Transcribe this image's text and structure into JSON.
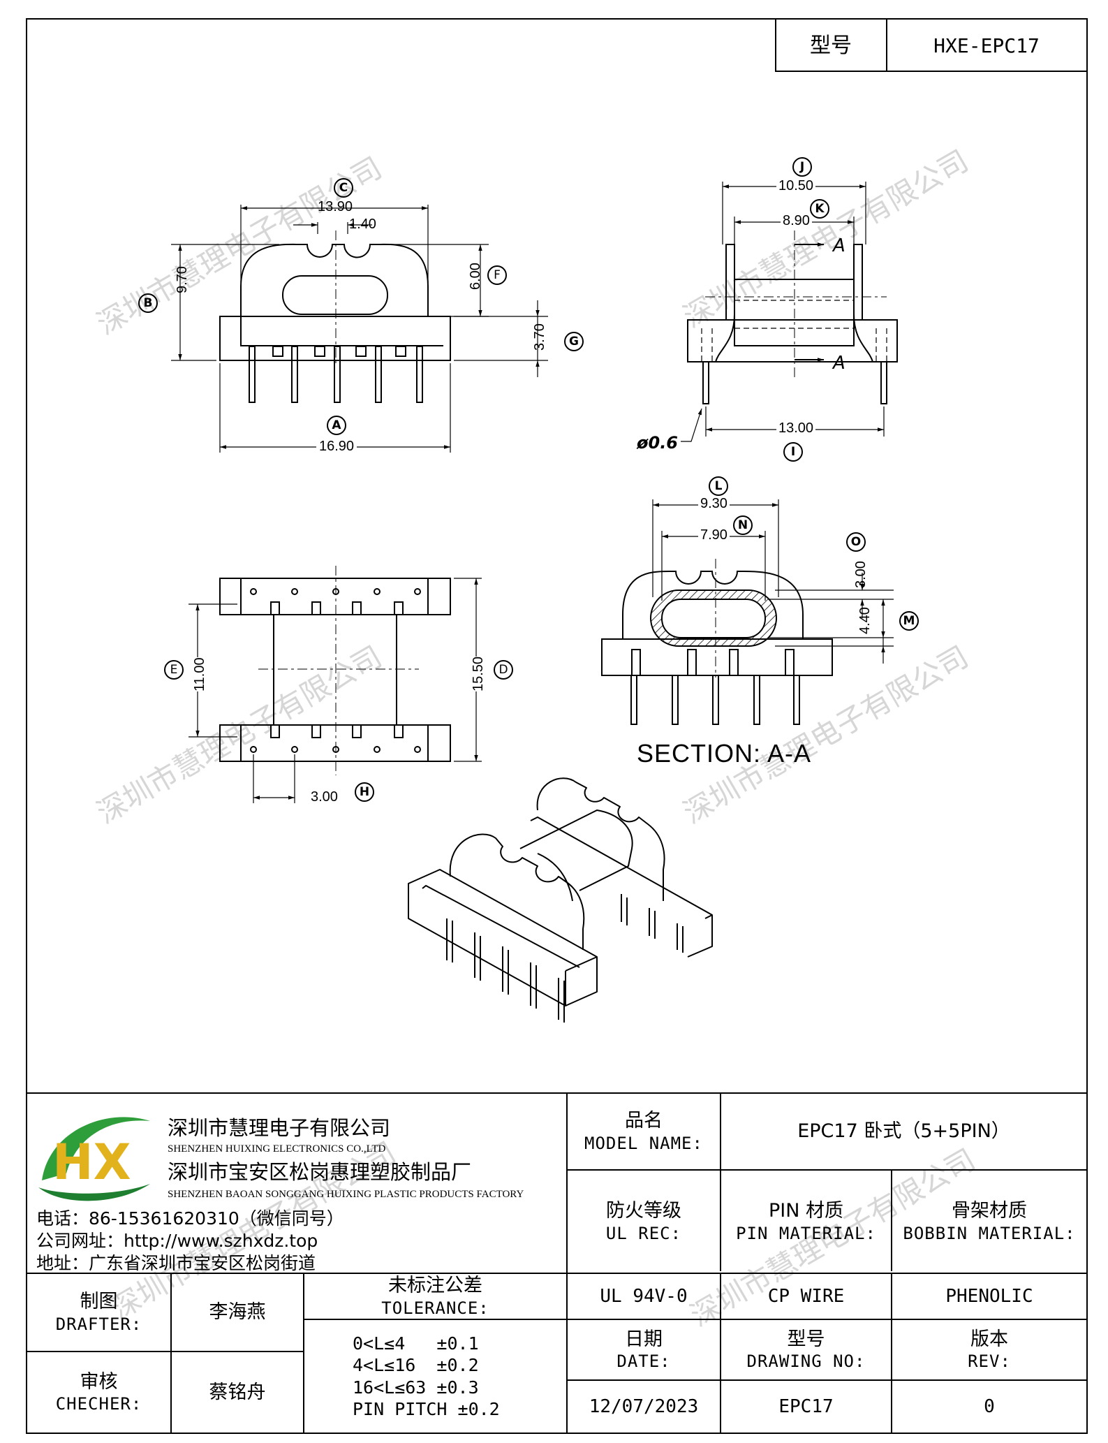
{
  "header": {
    "model_label": "型号",
    "model_value": "HXE-EPC17"
  },
  "watermark": {
    "text": "深圳市慧理电子有限公司"
  },
  "dimensions": {
    "A": {
      "letter": "A",
      "value": "16.90"
    },
    "B": {
      "letter": "B",
      "value": "9.70"
    },
    "C": {
      "letter": "C",
      "value": "13.90"
    },
    "C_sub": {
      "value": "1.40"
    },
    "D": {
      "letter": "D",
      "value": "15.50"
    },
    "E": {
      "letter": "E",
      "value": "11.00"
    },
    "F": {
      "letter": "F",
      "value": "6.00"
    },
    "G": {
      "letter": "G",
      "value": "3.70"
    },
    "H": {
      "letter": "H",
      "value": "3.00"
    },
    "I": {
      "letter": "I",
      "value": "13.00"
    },
    "J": {
      "letter": "J",
      "value": "10.50"
    },
    "K": {
      "letter": "K",
      "value": "8.90"
    },
    "L": {
      "letter": "L",
      "value": "9.30"
    },
    "M": {
      "letter": "M",
      "value": "4.40"
    },
    "N": {
      "letter": "N",
      "value": "7.90"
    },
    "O": {
      "letter": "O",
      "value": "3.00"
    },
    "pin_diameter": "ø0.6",
    "section_mark": "A",
    "section_title": "SECTION: A-A"
  },
  "company": {
    "logo_text": "HX",
    "name_cn": "深圳市慧理电子有限公司",
    "name_en": "SHENZHEN HUIXING ELECTRONICS CO.,LTD",
    "factory_cn": "深圳市宝安区松岗惠理塑胶制品厂",
    "factory_en": "SHENZHEN BAOAN SONGGANG HUIXING PLASTIC PRODUCTS FACTORY",
    "phone": "电话：86-15361620310（微信同号）",
    "website": "公司网址：http://www.szhxdz.top",
    "address": "地址：广东省深圳市宝安区松岗街道"
  },
  "title_block": {
    "model_name_cn": "品名",
    "model_name_en": "MODEL NAME:",
    "model_name_value": "EPC17 卧式（5+5PIN）",
    "fire_cn": "防火等级",
    "fire_en": "UL REC:",
    "pin_cn": "PIN 材质",
    "pin_en": "PIN MATERIAL:",
    "bobbin_cn": "骨架材质",
    "bobbin_en": "BOBBIN MATERIAL:",
    "fire_value": "UL 94V-0",
    "pin_value": "CP WIRE",
    "bobbin_value": "PHENOLIC",
    "date_cn": "日期",
    "date_en": "DATE:",
    "drawing_cn": "型号",
    "drawing_en": "DRAWING NO:",
    "rev_cn": "版本",
    "rev_en": "REV:",
    "date_value": "12/07/2023",
    "drawing_value": "EPC17",
    "rev_value": "0",
    "drafter_cn": "制图",
    "drafter_en": "DRAFTER:",
    "drafter_name": "李海燕",
    "checker_cn": "审核",
    "checker_en": "CHECHER:",
    "checker_name": "蔡铭舟",
    "tolerance_cn": "未标注公差",
    "tolerance_en": "TOLERANCE:",
    "tolerances": [
      "0<L≤4   ±0.1",
      "4<L≤16  ±0.2",
      "16<L≤63 ±0.3",
      "PIN PITCH ±0.2"
    ]
  }
}
